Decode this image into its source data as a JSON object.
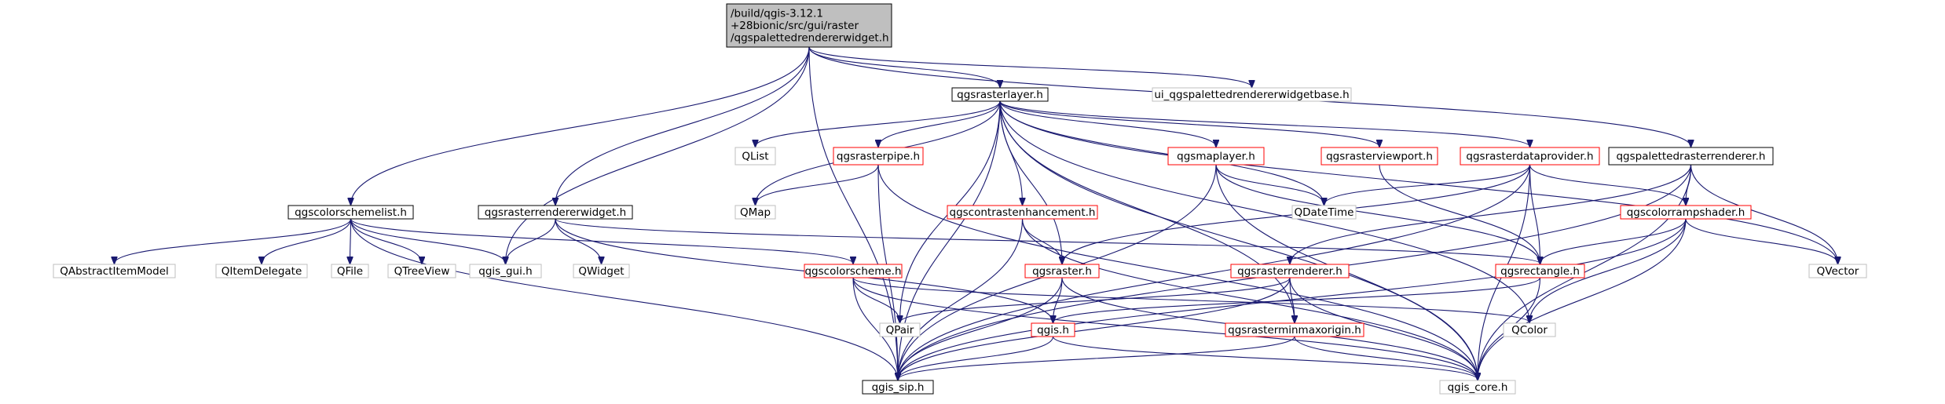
{
  "graph": {
    "colors": {
      "edge": "#191970",
      "root_fill": "#bfbfbf",
      "red_border": "#ff0000",
      "grey_border": "#bfbfbf"
    },
    "nodes": [
      {
        "id": "root",
        "lines": [
          "/build/qgis-3.12.1",
          "+28bionic/src/gui/raster",
          "/qgspalettedrendererwidget.h"
        ],
        "style": "root"
      },
      {
        "id": "qgsrasterlayer",
        "lines": [
          "qgsrasterlayer.h"
        ],
        "style": "black"
      },
      {
        "id": "ui_widgetbase",
        "lines": [
          "ui_qgspalettedrendererwidgetbase.h"
        ],
        "style": "grey"
      },
      {
        "id": "qgscolorschemelist",
        "lines": [
          "qgscolorschemelist.h"
        ],
        "style": "black"
      },
      {
        "id": "qgsrasterrendererwidget",
        "lines": [
          "qgsrasterrendererwidget.h"
        ],
        "style": "black"
      },
      {
        "id": "qgspalettedrasterrenderer",
        "lines": [
          "qgspalettedrasterrenderer.h"
        ],
        "style": "black"
      },
      {
        "id": "qgsrasterpipe",
        "lines": [
          "qgsrasterpipe.h"
        ],
        "style": "red"
      },
      {
        "id": "qgsmaplayer",
        "lines": [
          "qgsmaplayer.h"
        ],
        "style": "red"
      },
      {
        "id": "qgsrasterviewport",
        "lines": [
          "qgsrasterviewport.h"
        ],
        "style": "red"
      },
      {
        "id": "qgsrasterdataprovider",
        "lines": [
          "qgsrasterdataprovider.h"
        ],
        "style": "red"
      },
      {
        "id": "qgscontrastenhancement",
        "lines": [
          "qgscontrastenhancement.h"
        ],
        "style": "red"
      },
      {
        "id": "qgscolorrampshader",
        "lines": [
          "qgscolorrampshader.h"
        ],
        "style": "red"
      },
      {
        "id": "qgscolorscheme",
        "lines": [
          "qgscolorscheme.h"
        ],
        "style": "red"
      },
      {
        "id": "qgsraster",
        "lines": [
          "qgsraster.h"
        ],
        "style": "red"
      },
      {
        "id": "qgsrasterrenderer",
        "lines": [
          "qgsrasterrenderer.h"
        ],
        "style": "red"
      },
      {
        "id": "qgsrectangle",
        "lines": [
          "qgsrectangle.h"
        ],
        "style": "red"
      },
      {
        "id": "qgsrasterminmaxorigin",
        "lines": [
          "qgsrasterminmaxorigin.h"
        ],
        "style": "red"
      },
      {
        "id": "qgis",
        "lines": [
          "qgis.h"
        ],
        "style": "red"
      },
      {
        "id": "QList",
        "lines": [
          "QList"
        ],
        "style": "grey"
      },
      {
        "id": "QMap",
        "lines": [
          "QMap"
        ],
        "style": "grey"
      },
      {
        "id": "QDateTime",
        "lines": [
          "QDateTime"
        ],
        "style": "grey"
      },
      {
        "id": "QAbstractItemModel",
        "lines": [
          "QAbstractItemModel"
        ],
        "style": "grey"
      },
      {
        "id": "QItemDelegate",
        "lines": [
          "QItemDelegate"
        ],
        "style": "grey"
      },
      {
        "id": "QFile",
        "lines": [
          "QFile"
        ],
        "style": "grey"
      },
      {
        "id": "QTreeView",
        "lines": [
          "QTreeView"
        ],
        "style": "grey"
      },
      {
        "id": "qgis_gui",
        "lines": [
          "qgis_gui.h"
        ],
        "style": "grey"
      },
      {
        "id": "QWidget",
        "lines": [
          "QWidget"
        ],
        "style": "grey"
      },
      {
        "id": "QPair",
        "lines": [
          "QPair"
        ],
        "style": "grey"
      },
      {
        "id": "QColor",
        "lines": [
          "QColor"
        ],
        "style": "grey"
      },
      {
        "id": "QVector",
        "lines": [
          "QVector"
        ],
        "style": "grey"
      },
      {
        "id": "qgis_sip",
        "lines": [
          "qgis_sip.h"
        ],
        "style": "black"
      },
      {
        "id": "qgis_core",
        "lines": [
          "qgis_core.h"
        ],
        "style": "grey"
      }
    ],
    "edges": [
      [
        "root",
        "qgsrasterlayer"
      ],
      [
        "root",
        "ui_widgetbase"
      ],
      [
        "root",
        "qgscolorschemelist"
      ],
      [
        "root",
        "qgsrasterrendererwidget"
      ],
      [
        "root",
        "qgspalettedrasterrenderer"
      ],
      [
        "root",
        "qgis_gui"
      ],
      [
        "root",
        "qgis_sip"
      ],
      [
        "qgsrasterlayer",
        "QList"
      ],
      [
        "qgsrasterlayer",
        "QMap"
      ],
      [
        "qgsrasterlayer",
        "qgsrasterpipe"
      ],
      [
        "qgsrasterlayer",
        "qgsmaplayer"
      ],
      [
        "qgsrasterlayer",
        "qgsrasterviewport"
      ],
      [
        "qgsrasterlayer",
        "qgsrasterdataprovider"
      ],
      [
        "qgsrasterlayer",
        "qgscontrastenhancement"
      ],
      [
        "qgsrasterlayer",
        "QDateTime"
      ],
      [
        "qgsrasterlayer",
        "qgsraster"
      ],
      [
        "qgsrasterlayer",
        "qgsrasterminmaxorigin"
      ],
      [
        "qgsrasterlayer",
        "QVector"
      ],
      [
        "qgsrasterlayer",
        "qgis_sip"
      ],
      [
        "qgsrasterlayer",
        "qgis_core"
      ],
      [
        "qgsrasterlayer",
        "QPair"
      ],
      [
        "qgsrasterlayer",
        "QColor"
      ],
      [
        "qgsrasterpipe",
        "QMap"
      ],
      [
        "qgsrasterpipe",
        "qgis_sip"
      ],
      [
        "qgsrasterpipe",
        "qgis_core"
      ],
      [
        "qgsmaplayer",
        "QDateTime"
      ],
      [
        "qgsmaplayer",
        "qgis_sip"
      ],
      [
        "qgsmaplayer",
        "qgis_core"
      ],
      [
        "qgsmaplayer",
        "qgsrectangle"
      ],
      [
        "qgsrasterviewport",
        "qgsrectangle"
      ],
      [
        "qgsrasterdataprovider",
        "QDateTime"
      ],
      [
        "qgsrasterdataprovider",
        "qgscolorrampshader"
      ],
      [
        "qgsrasterdataprovider",
        "qgsrectangle"
      ],
      [
        "qgsrasterdataprovider",
        "qgsraster"
      ],
      [
        "qgsrasterdataprovider",
        "qgis_sip"
      ],
      [
        "qgsrasterdataprovider",
        "qgis_core"
      ],
      [
        "qgscontrastenhancement",
        "qgsraster"
      ],
      [
        "qgscontrastenhancement",
        "qgis_sip"
      ],
      [
        "qgscontrastenhancement",
        "qgis_core"
      ],
      [
        "qgspalettedrasterrenderer",
        "qgscolorrampshader"
      ],
      [
        "qgspalettedrasterrenderer",
        "qgsrasterrenderer"
      ],
      [
        "qgspalettedrasterrenderer",
        "QVector"
      ],
      [
        "qgspalettedrasterrenderer",
        "qgis_core"
      ],
      [
        "qgspalettedrasterrenderer",
        "qgis_sip"
      ],
      [
        "qgscolorrampshader",
        "qgsrectangle"
      ],
      [
        "qgscolorrampshader",
        "QVector"
      ],
      [
        "qgscolorrampshader",
        "QColor"
      ],
      [
        "qgscolorrampshader",
        "qgis_sip"
      ],
      [
        "qgscolorrampshader",
        "qgis_core"
      ],
      [
        "qgscolorschemelist",
        "QAbstractItemModel"
      ],
      [
        "qgscolorschemelist",
        "QItemDelegate"
      ],
      [
        "qgscolorschemelist",
        "QFile"
      ],
      [
        "qgscolorschemelist",
        "QTreeView"
      ],
      [
        "qgscolorschemelist",
        "qgis_gui"
      ],
      [
        "qgscolorschemelist",
        "qgscolorscheme"
      ],
      [
        "qgscolorschemelist",
        "qgis_sip"
      ],
      [
        "qgsrasterrendererwidget",
        "qgis_gui"
      ],
      [
        "qgsrasterrendererwidget",
        "QWidget"
      ],
      [
        "qgsrasterrendererwidget",
        "qgsrectangle"
      ],
      [
        "qgsrasterrendererwidget",
        "qgis"
      ],
      [
        "qgscolorscheme",
        "QPair"
      ],
      [
        "qgscolorscheme",
        "QColor"
      ],
      [
        "qgscolorscheme",
        "qgis_sip"
      ],
      [
        "qgscolorscheme",
        "qgis_core"
      ],
      [
        "qgsraster",
        "qgis"
      ],
      [
        "qgsraster",
        "qgis_sip"
      ],
      [
        "qgsraster",
        "qgis_core"
      ],
      [
        "qgsrasterrenderer",
        "qgsrasterminmaxorigin"
      ],
      [
        "qgsrasterrenderer",
        "QPair"
      ],
      [
        "qgsrasterrenderer",
        "qgis_sip"
      ],
      [
        "qgsrasterrenderer",
        "qgis_core"
      ],
      [
        "qgsrectangle",
        "qgis"
      ],
      [
        "qgsrectangle",
        "qgis_core"
      ],
      [
        "qgsrasterminmaxorigin",
        "qgis_sip"
      ],
      [
        "qgsrasterminmaxorigin",
        "qgis_core"
      ],
      [
        "qgis",
        "qgis_sip"
      ],
      [
        "qgis",
        "qgis_core"
      ]
    ]
  }
}
